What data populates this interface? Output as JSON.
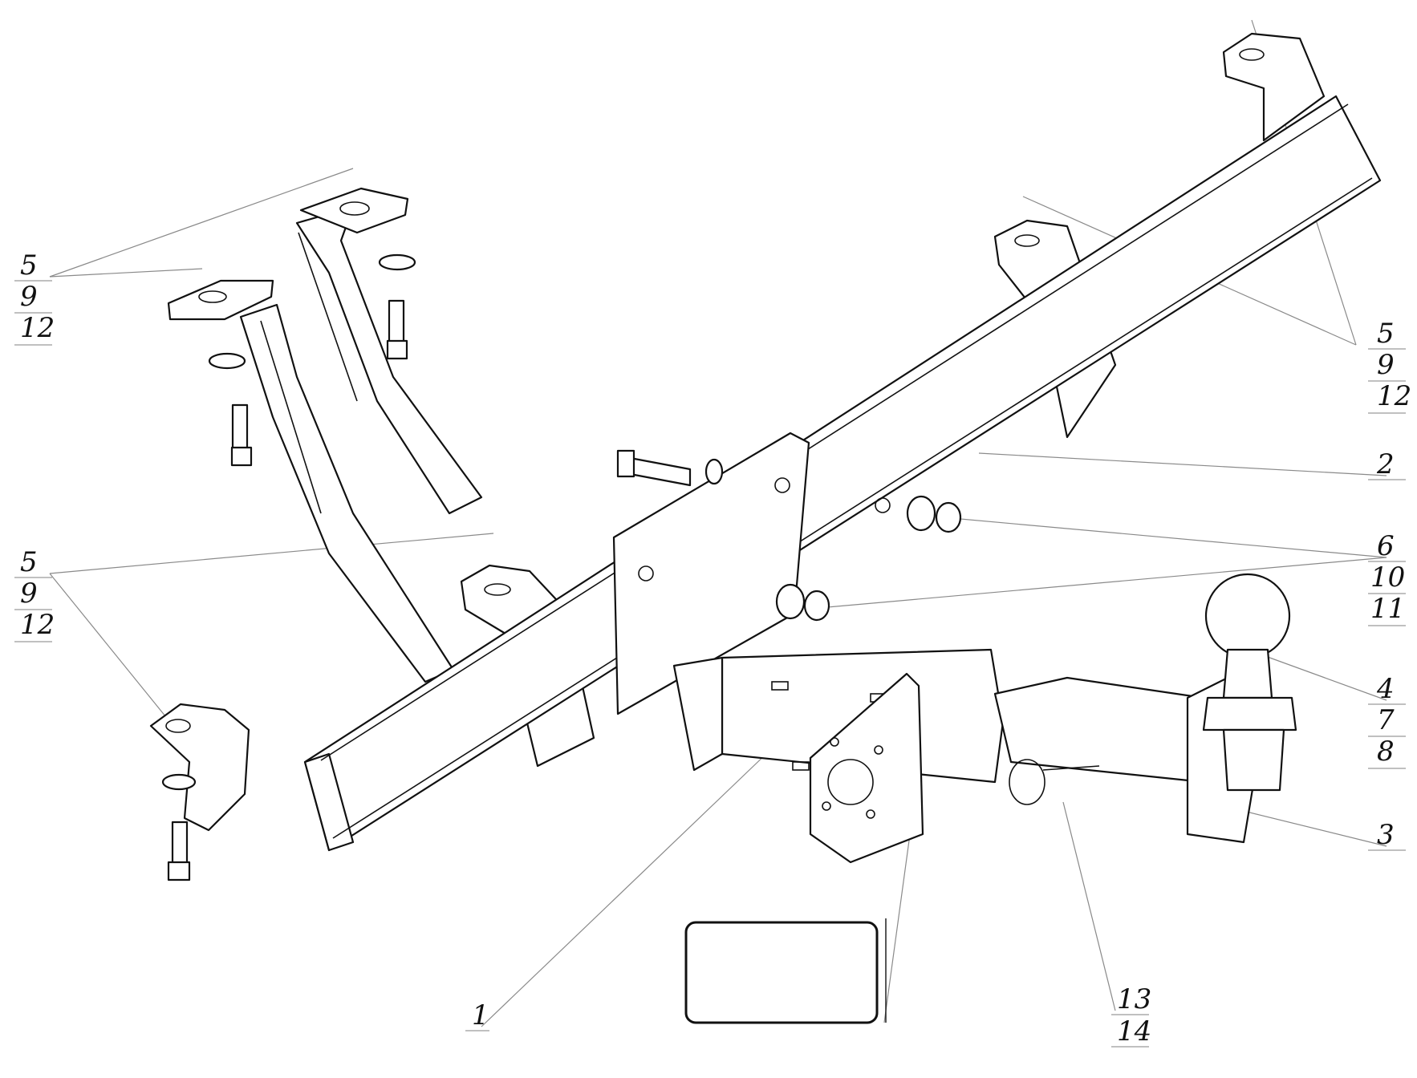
{
  "diagram": {
    "callouts": [
      {
        "id": "c-top-left",
        "lines": [
          "5",
          "9",
          "12"
        ]
      },
      {
        "id": "c-top-right",
        "lines": [
          "5",
          "9",
          "12"
        ]
      },
      {
        "id": "c-left",
        "lines": [
          "5",
          "9",
          "12"
        ]
      },
      {
        "id": "c-beam",
        "lines": [
          "2"
        ]
      },
      {
        "id": "c-nuts",
        "lines": [
          "6",
          "10",
          "11"
        ]
      },
      {
        "id": "c-ball",
        "lines": [
          "4",
          "7",
          "8"
        ]
      },
      {
        "id": "c-bracket",
        "lines": [
          "3"
        ]
      },
      {
        "id": "c-body",
        "lines": [
          "1"
        ]
      },
      {
        "id": "c-pin",
        "lines": [
          "13",
          "14"
        ]
      }
    ]
  },
  "colors": {
    "line": "#111111",
    "leader": "#8a8a8a",
    "paper": "#ffffff"
  }
}
